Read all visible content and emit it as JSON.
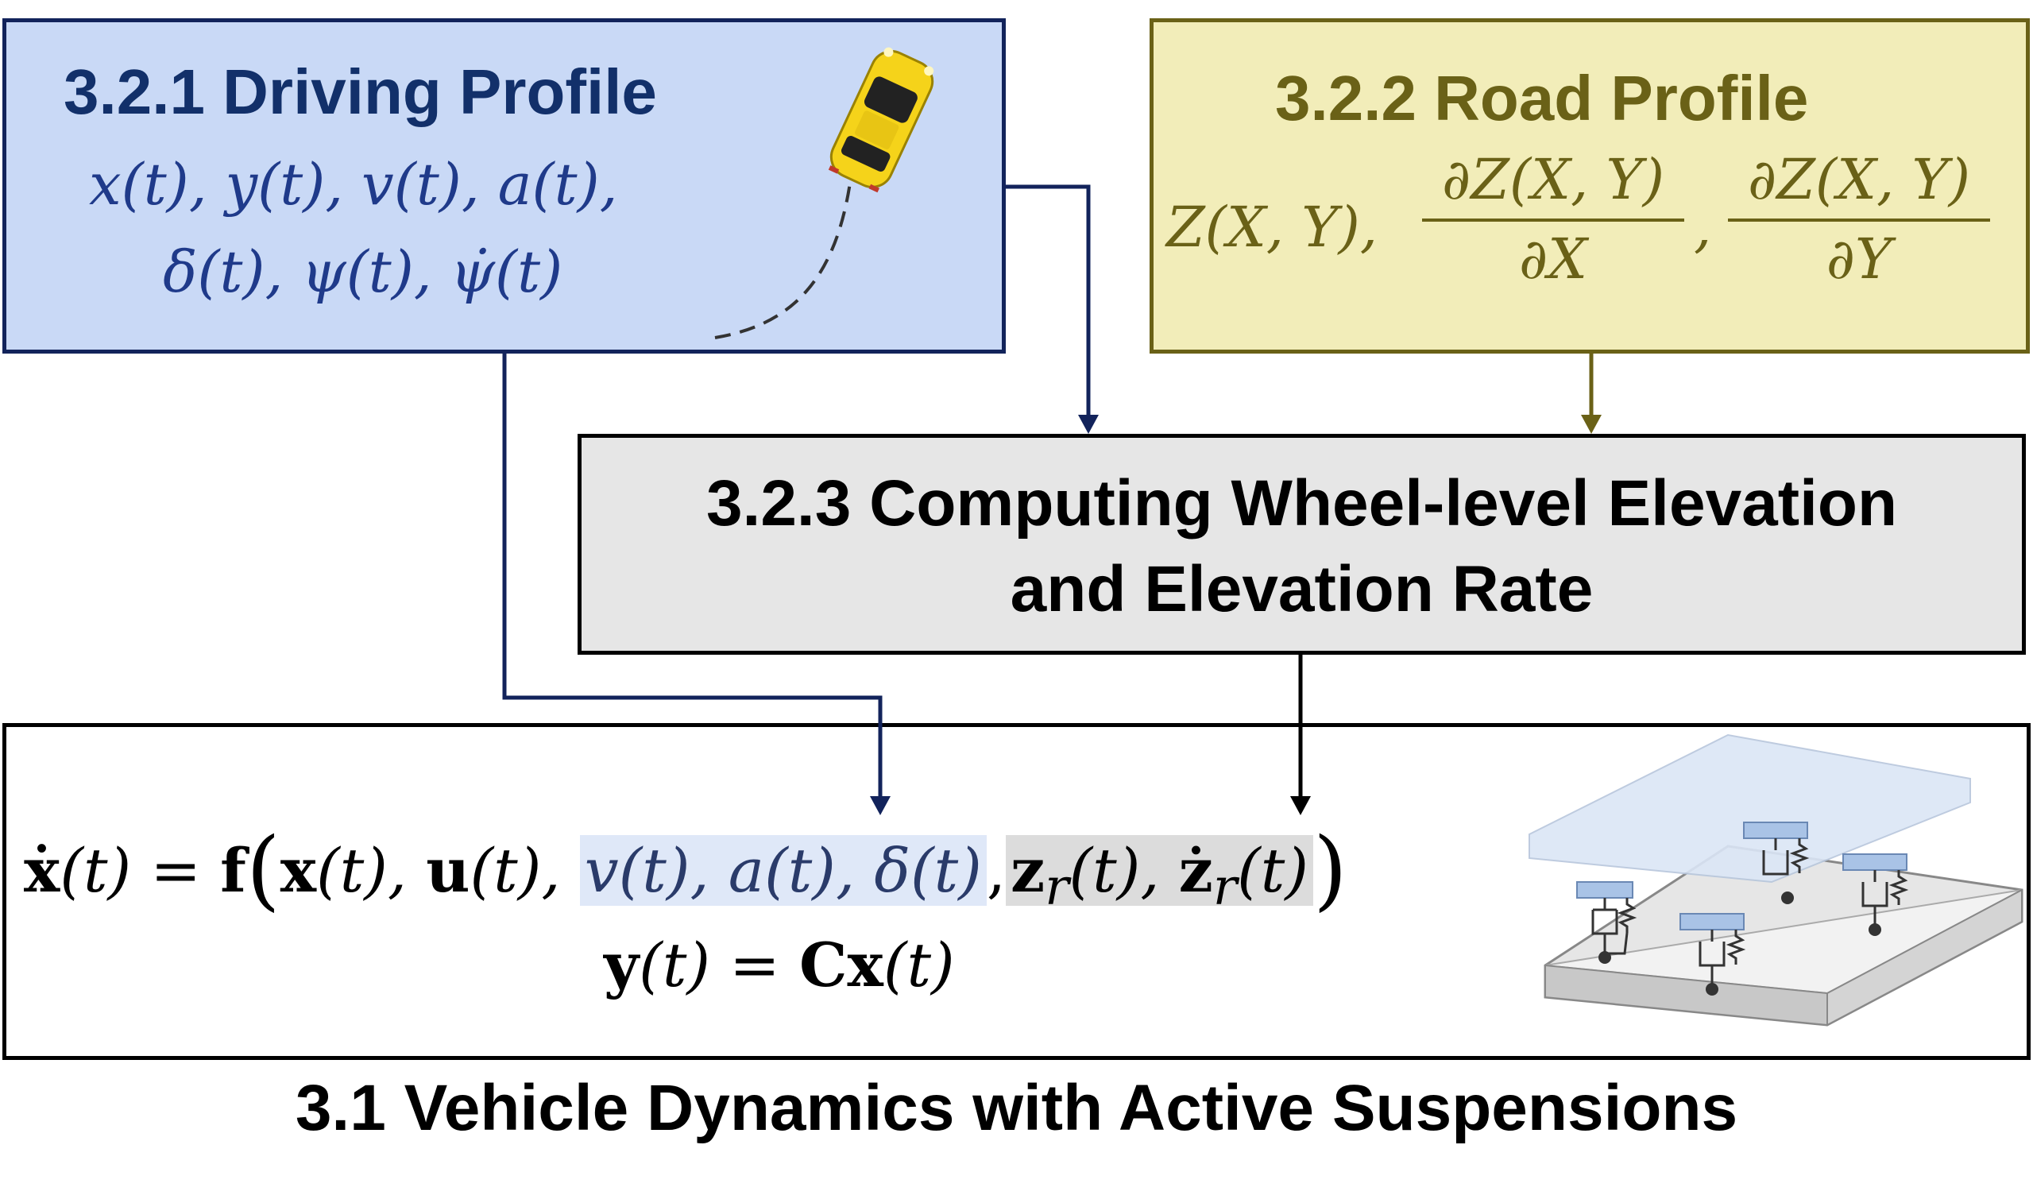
{
  "driving_profile": {
    "title": "3.2.1 Driving Profile",
    "vars_line1": "x(t), y(t), v(t), a(t),",
    "vars_line2": "δ(t), ψ(t), ψ̇(t)",
    "icon": "car-top-view-icon",
    "colors": {
      "fill": "#c9d9f6",
      "border": "#12235b",
      "text": "#12306a"
    }
  },
  "road_profile": {
    "title": "3.2.2 Road Profile",
    "z_expr": "Z(X, Y),",
    "dzdx_num": "∂Z(X, Y)",
    "dzdx_den": "∂X",
    "comma": ",",
    "dzdy_num": "∂Z(X, Y)",
    "dzdy_den": "∂Y",
    "colors": {
      "fill": "#f2edb9",
      "border": "#6a6117"
    }
  },
  "computing": {
    "title_line1": "3.2.3 Computing Wheel-level Elevation",
    "title_line2": "and Elevation Rate",
    "colors": {
      "fill": "#e6e6e6",
      "border": "#000000"
    }
  },
  "dynamics": {
    "eq1": {
      "lhs_x": "ẋ",
      "lhs_arg": "(t)",
      "eq": " = ",
      "f": "f",
      "open": "(",
      "x": "x",
      "x_arg": "(t), ",
      "u": "u",
      "u_arg": "(t), ",
      "driving_terms": "v(t), a(t),  δ(t)",
      "sep": ",",
      "zr": "z",
      "zr_sub": "r",
      "zr_arg": "(t), ",
      "zr_dot": "ż",
      "zr_dot_sub": "r",
      "zr_dot_arg": "(t)",
      "close": ")"
    },
    "eq2": {
      "y": "y",
      "y_arg": "(t)",
      "eq": " = ",
      "C": "C",
      "x": "x",
      "x_arg": "(t)"
    },
    "icon": "active-suspension-icon"
  },
  "caption": "3.1 Vehicle Dynamics with Active Suspensions"
}
